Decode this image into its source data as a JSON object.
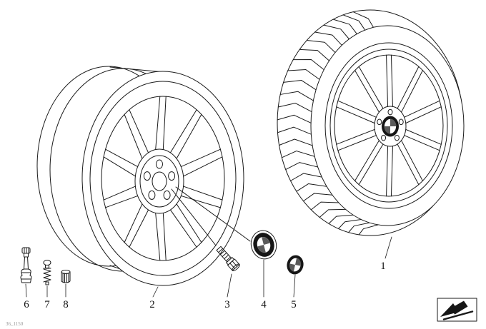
{
  "canvas": {
    "background": "#ffffff",
    "line_color": "#1a1a1a"
  },
  "callouts": [
    {
      "label": "1"
    },
    {
      "label": "2"
    },
    {
      "label": "3"
    },
    {
      "label": "4"
    },
    {
      "label": "5"
    },
    {
      "label": "6"
    },
    {
      "label": "7"
    },
    {
      "label": "8"
    }
  ],
  "footer": {
    "diagram_code": "36_1150"
  },
  "nav": {
    "icon": "back-arrow-icon"
  }
}
